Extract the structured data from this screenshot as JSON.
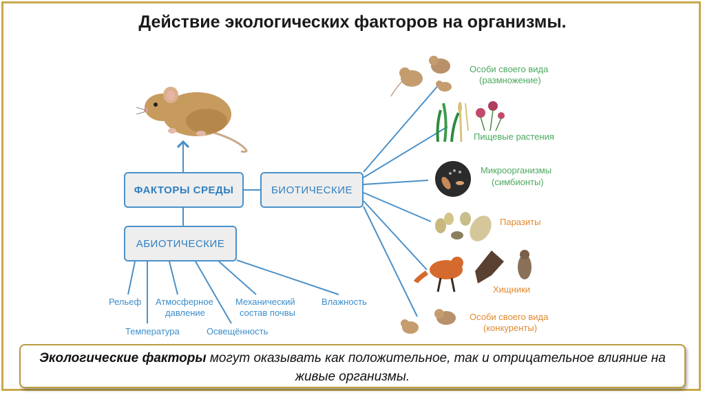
{
  "title": "Действие экологических факторов на организмы.",
  "nodes": {
    "factors": "ФАКТОРЫ СРЕДЫ",
    "biotic": "БИОТИЧЕСКИЕ",
    "abiotic": "АБИОТИЧЕСКИЕ"
  },
  "abiotic_items": {
    "relief": "Рельеф",
    "temperature": "Температура",
    "pressure_1": "Атмосферное",
    "pressure_2": "давление",
    "light": "Освещённость",
    "soil_1": "Механический",
    "soil_2": "состав почвы",
    "humidity": "Влажность"
  },
  "biotic_items": {
    "own_species_repro_1": "Особи своего вида",
    "own_species_repro_2": "(размножение)",
    "food_plants": "Пищевые растения",
    "microorganisms_1": "Микроорганизмы",
    "microorganisms_2": "(симбионты)",
    "parasites": "Паразиты",
    "predators": "Хищники",
    "own_species_comp_1": "Особи своего вида",
    "own_species_comp_2": "(конкуренты)"
  },
  "caption": {
    "bold": "Экологические факторы",
    "rest": " могут оказывать как положительное, так и отрицательное влияние на живые организмы."
  },
  "colors": {
    "accent": "#4a90c8",
    "frame": "#c8a84a",
    "green": "#4aa85e",
    "orange": "#e0892e"
  }
}
